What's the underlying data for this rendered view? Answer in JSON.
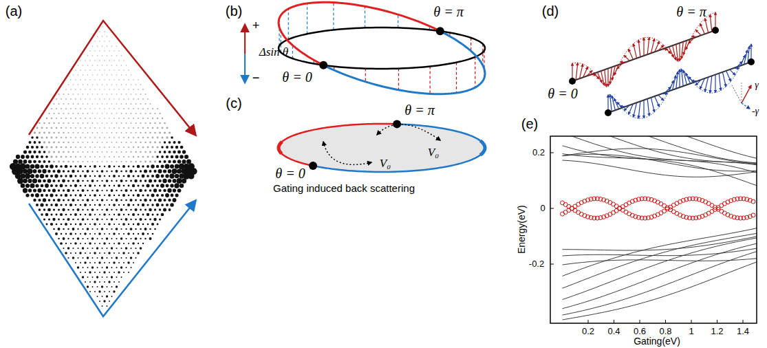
{
  "diagram": {
    "labels": [
      "(a)",
      "(b)",
      "+",
      "Δsin θ",
      "−",
      "θ = π",
      "θ = 0",
      "(c)",
      "θ = π",
      "V₀",
      "θ = 0",
      "V₀",
      "Gating induced back scattering",
      "(d)",
      "θ = π",
      "θ = 0",
      "γ",
      "-γ",
      "(e)",
      "0.2",
      "0",
      "-0.2",
      "Energy(eV)",
      "0.2",
      "0.4",
      "0.6",
      "0.8",
      "1",
      "1.2",
      "1.4",
      "Gating(eV)"
    ]
  }
}
